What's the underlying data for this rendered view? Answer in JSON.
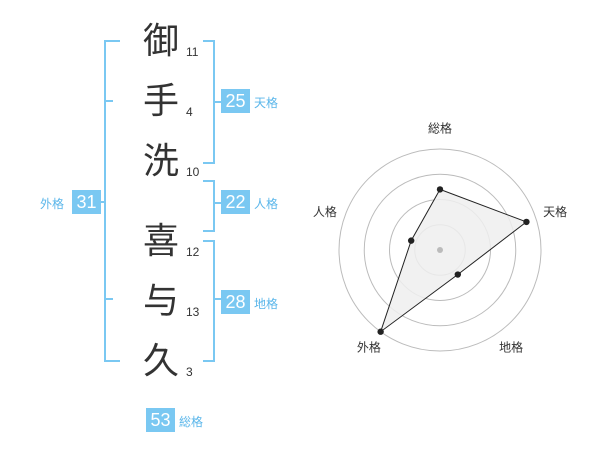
{
  "name": {
    "chars": [
      {
        "char": "御",
        "strokes": "11"
      },
      {
        "char": "手",
        "strokes": "4"
      },
      {
        "char": "洗",
        "strokes": "10"
      },
      {
        "char": "喜",
        "strokes": "12"
      },
      {
        "char": "与",
        "strokes": "13"
      },
      {
        "char": "久",
        "strokes": "3"
      }
    ]
  },
  "fortunes": {
    "tenkaku": {
      "value": "25",
      "label": "天格"
    },
    "jinkaku": {
      "value": "22",
      "label": "人格"
    },
    "chikaku": {
      "value": "28",
      "label": "地格"
    },
    "gaikaku": {
      "value": "31",
      "label": "外格"
    },
    "soukaku": {
      "value": "53",
      "label": "総格"
    }
  },
  "chart_data": {
    "type": "radar",
    "axes": [
      "総格",
      "天格",
      "地格",
      "外格",
      "人格"
    ],
    "values": [
      0.6,
      0.9,
      0.3,
      1.0,
      0.3
    ],
    "range": [
      0,
      1
    ],
    "rings": 4
  },
  "colors": {
    "accent": "#7ac8f2",
    "accent_text": "#5ab6ea",
    "text": "#333333",
    "ring": "#bbbbbb",
    "fill": "#eeeeee",
    "line": "#222222"
  }
}
